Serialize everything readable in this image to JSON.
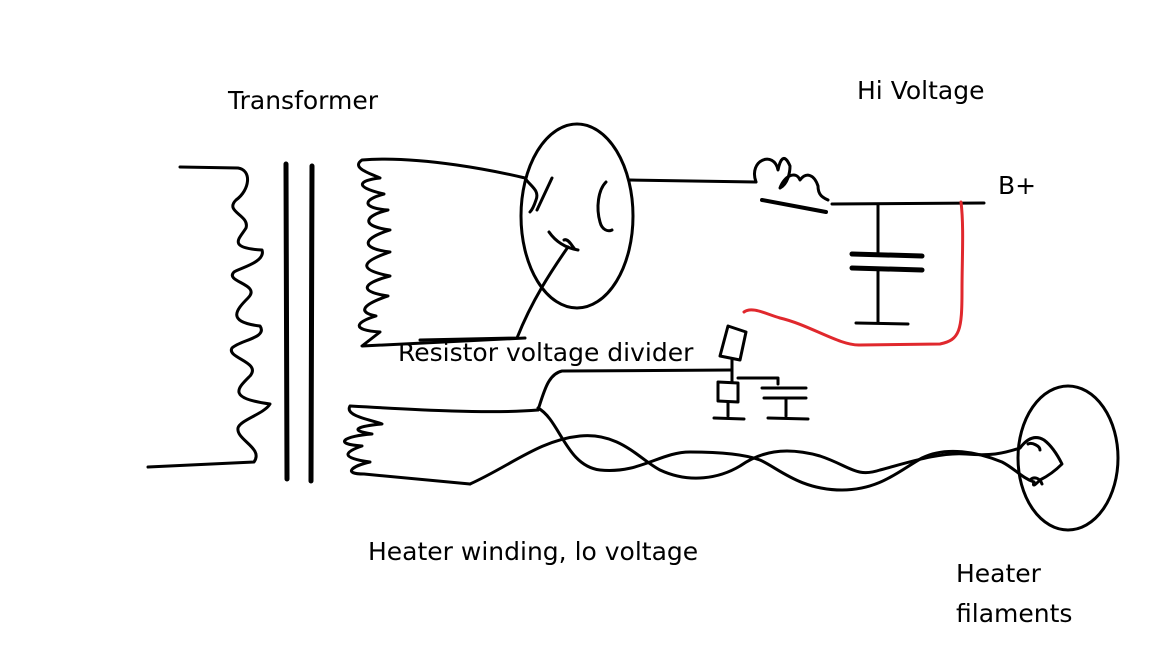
{
  "labels": {
    "transformer": "Transformer",
    "hi_voltage": "Hi Voltage",
    "b_plus": "B+",
    "resistor_divider": "Resistor voltage divider",
    "heater_winding": "Heater winding, lo voltage",
    "heater_filaments_line1": "Heater",
    "heater_filaments_line2": "filaments"
  },
  "colors": {
    "ink": "#000000",
    "feedback_wire": "#e0282d"
  }
}
